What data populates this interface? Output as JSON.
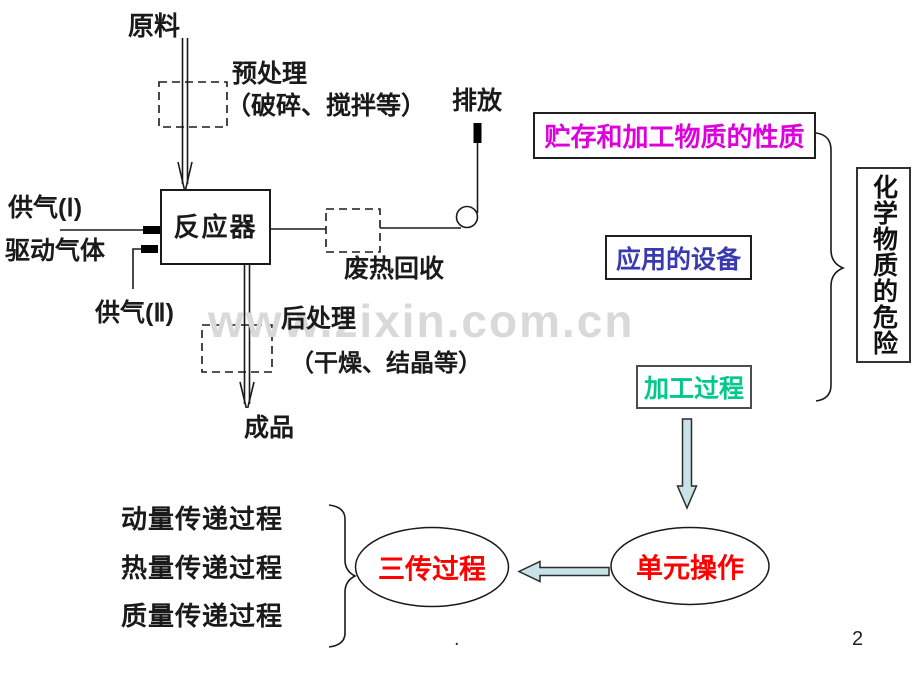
{
  "slide": {
    "page_number": "2",
    "footer_dot": ".",
    "watermark": "www.zixin.com.cn"
  },
  "flow": {
    "raw_material": "原料",
    "pretreatment": "预处理",
    "pretreatment_note": "（破碎、搅拌等）",
    "discharge": "排放",
    "gas_supply_1": "供气(Ⅰ)",
    "driving_gas": "驱动气体",
    "gas_supply_2": "供气(Ⅱ)",
    "reactor": "反应器",
    "waste_heat_recovery": "废热回收",
    "posttreatment": "后处理",
    "posttreatment_note": "（干燥、结晶等）",
    "product": "成品"
  },
  "hazard": {
    "factor_properties": "贮存和加工物质的性质",
    "factor_equipment": "应用的设备",
    "factor_process": "加工过程",
    "result": "化学物质的危险"
  },
  "process": {
    "unit_operation": "单元操作",
    "three_transfer": "三传过程",
    "momentum_transfer": "动量传递过程",
    "heat_transfer": "热量传递过程",
    "mass_transfer": "质量传递过程"
  },
  "colors": {
    "properties_text": "#dd00dd",
    "equipment_text": "#3a3ab0",
    "process_text": "#00c98a",
    "ellipse_text": "#ff0000",
    "block_arrow_fill": "#c9e2e8",
    "watermark": "#d9d9d9",
    "line": "#1a1a1a"
  }
}
